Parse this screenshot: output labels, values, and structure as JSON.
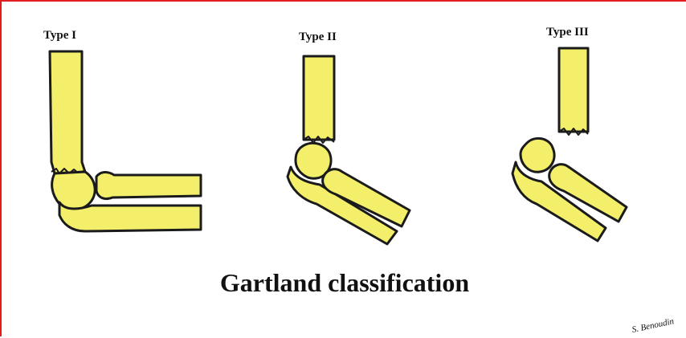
{
  "diagram": {
    "panels": [
      {
        "label": "Type I"
      },
      {
        "label": "Type II"
      },
      {
        "label": "Type III"
      }
    ],
    "title": "Gartland classification",
    "signature": "S. Benoudin",
    "colors": {
      "border": "#e11d1d",
      "bone_fill": "#f3ef6b",
      "outline": "#1b1b1b"
    }
  }
}
